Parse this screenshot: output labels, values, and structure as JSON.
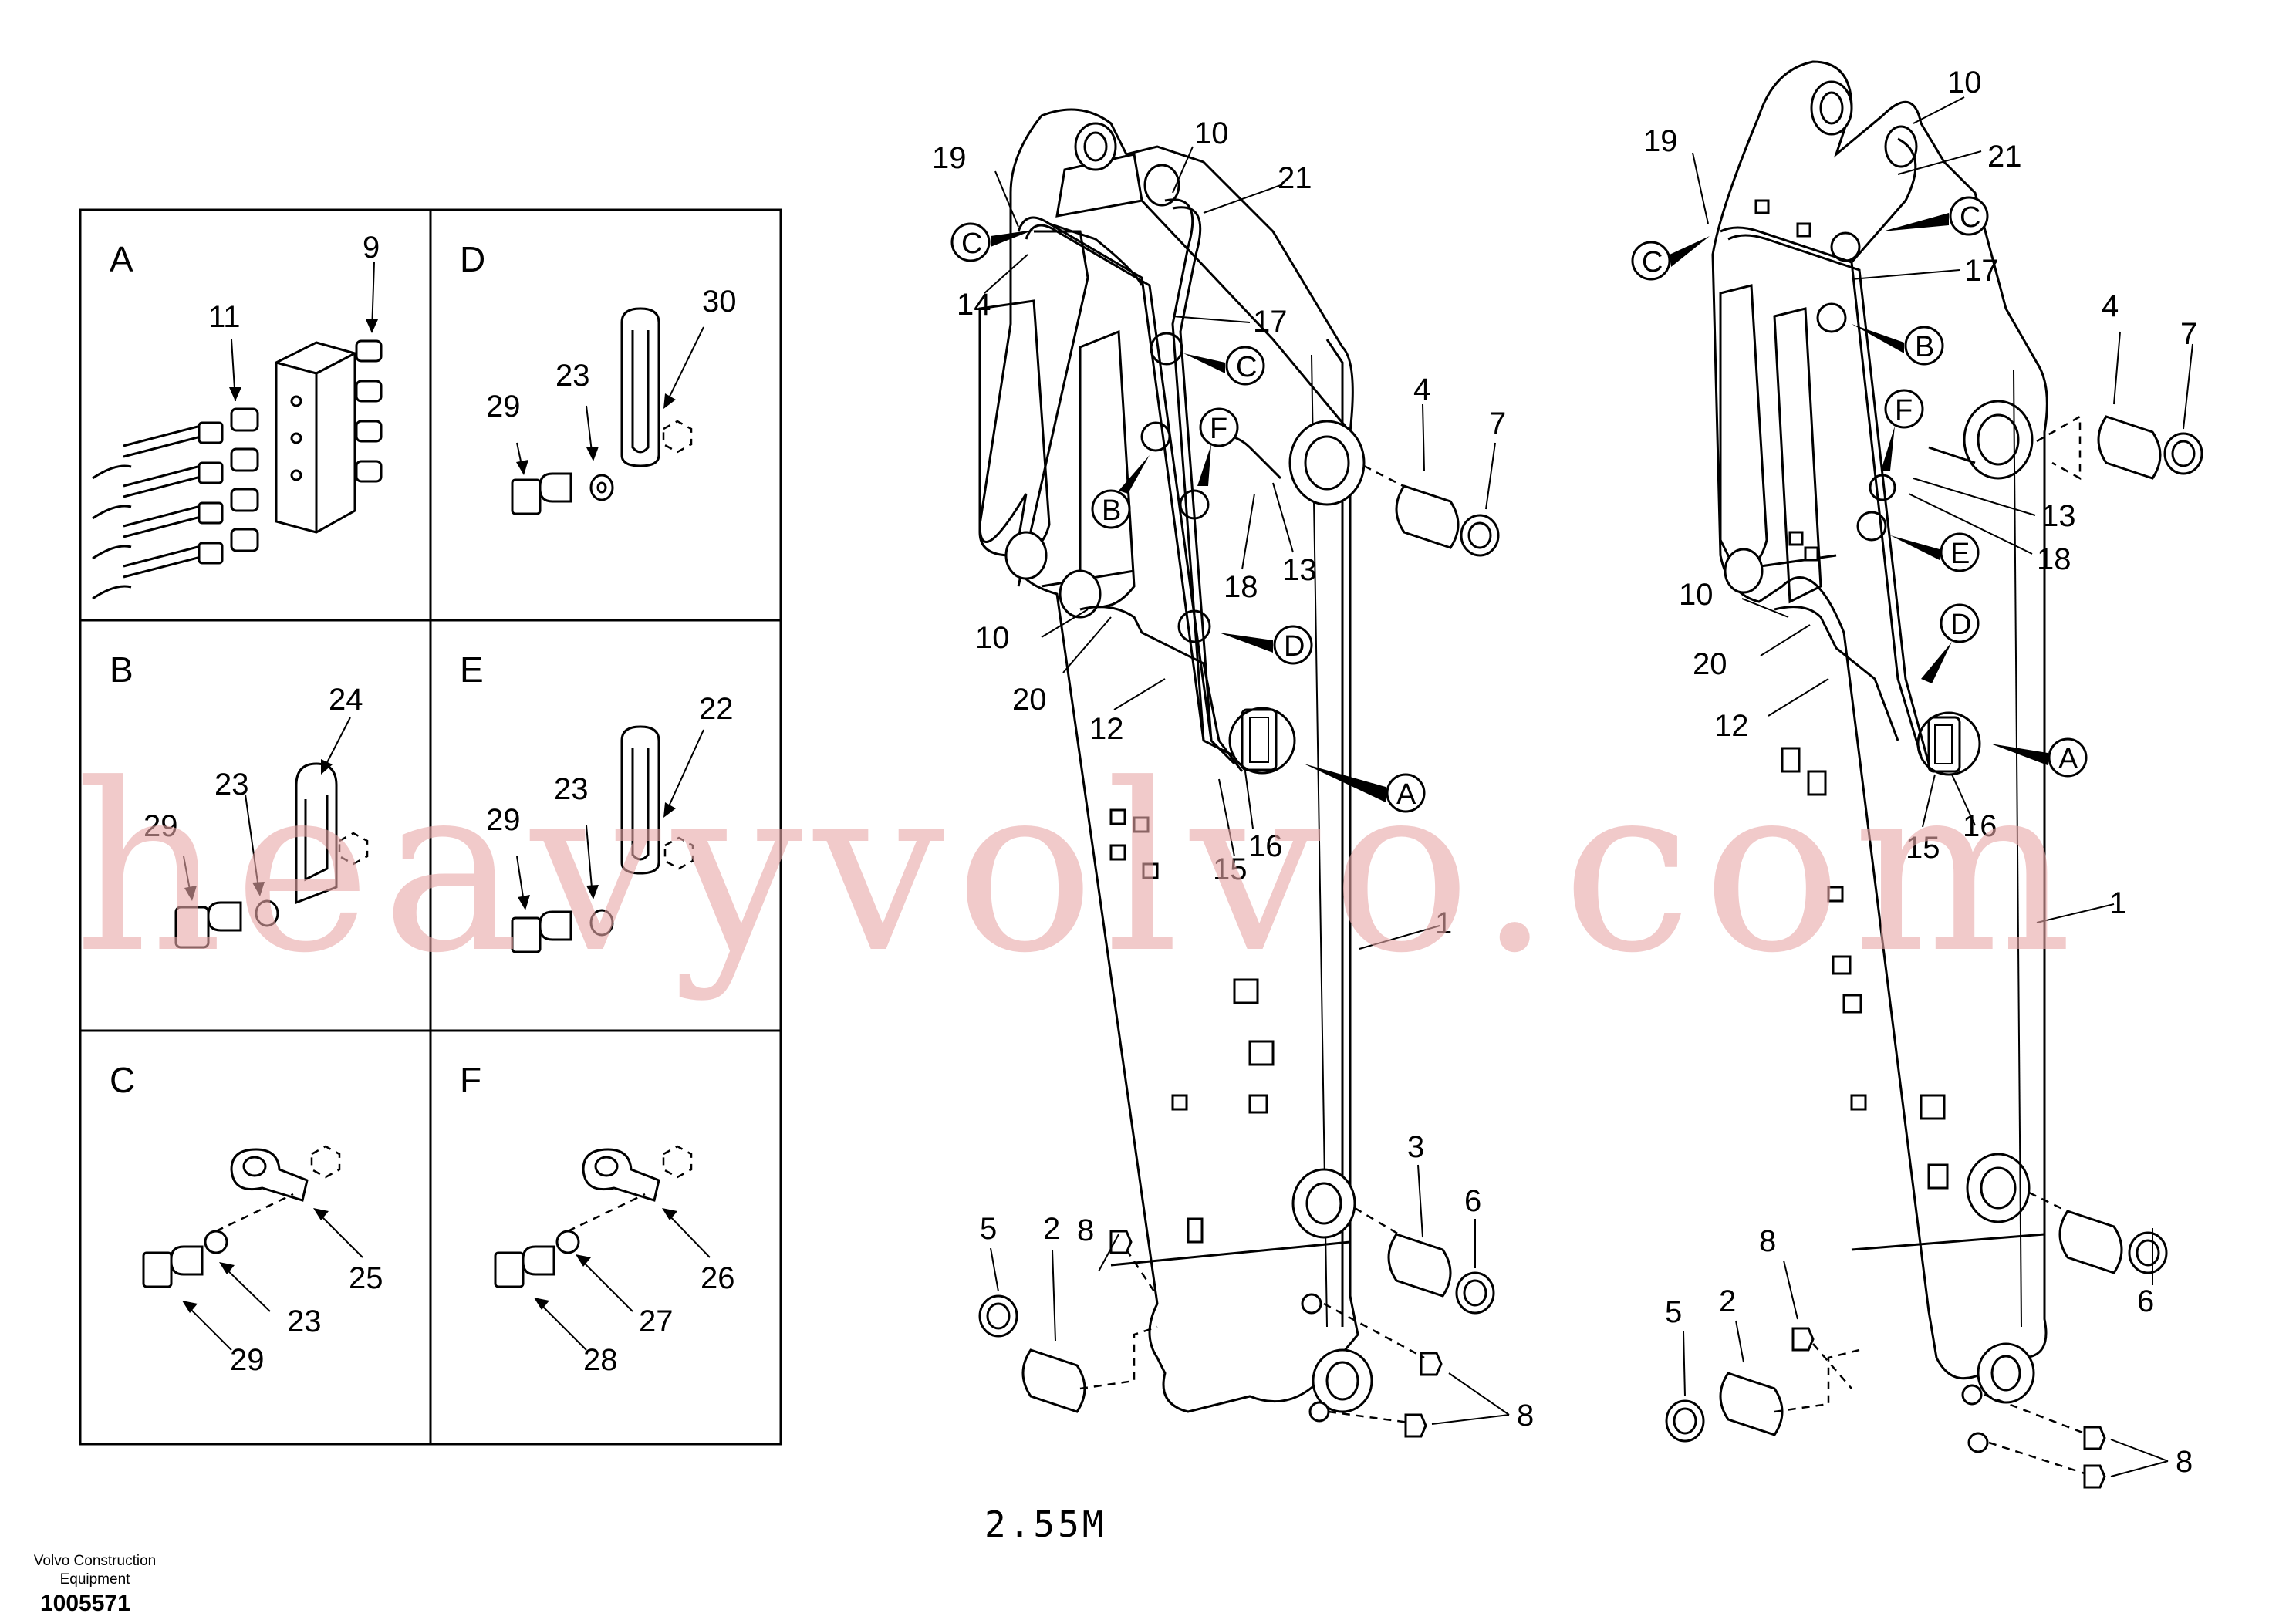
{
  "footer": {
    "company": "Volvo Construction Equipment",
    "diagram_number": "1005571"
  },
  "watermark": "heavyvolvo.com",
  "variant_label": "2.55M",
  "detail_panels": [
    {
      "id": "A",
      "parts": [
        "11",
        "9"
      ]
    },
    {
      "id": "B",
      "parts": [
        "24",
        "23",
        "29"
      ]
    },
    {
      "id": "C",
      "parts": [
        "25",
        "23",
        "29"
      ]
    },
    {
      "id": "D",
      "parts": [
        "30",
        "23",
        "29"
      ]
    },
    {
      "id": "E",
      "parts": [
        "22",
        "23",
        "29"
      ]
    },
    {
      "id": "F",
      "parts": [
        "26",
        "27",
        "28"
      ]
    }
  ],
  "left_view": {
    "callouts": [
      "C",
      "C",
      "F",
      "B",
      "D",
      "A"
    ],
    "parts": [
      "19",
      "10",
      "21",
      "14",
      "17",
      "4",
      "7",
      "13",
      "18",
      "10",
      "20",
      "12",
      "16",
      "15",
      "1",
      "8",
      "3",
      "6",
      "5",
      "2",
      "8"
    ]
  },
  "right_view": {
    "callouts": [
      "C",
      "C",
      "B",
      "F",
      "E",
      "D",
      "A"
    ],
    "parts": [
      "10",
      "19",
      "21",
      "17",
      "4",
      "7",
      "13",
      "18",
      "10",
      "20",
      "12",
      "15",
      "16",
      "1",
      "8",
      "5",
      "2",
      "6",
      "8"
    ]
  }
}
